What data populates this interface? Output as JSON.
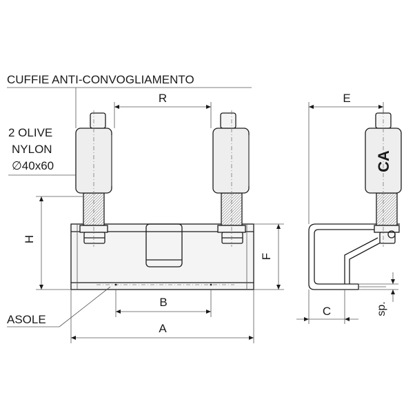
{
  "labels": {
    "cuffie": "CUFFIE ANTI-CONVOGLIAMENTO",
    "olive_1": "2 OLIVE",
    "olive_2": "NYLON",
    "olive_3": "∅40x60",
    "asole": "ASOLE"
  },
  "dimensions": {
    "R": "R",
    "E": "E",
    "H": "H",
    "F": "F",
    "B": "B",
    "A": "A",
    "C": "C",
    "sp": "sp."
  },
  "logo_text": "CA",
  "colors": {
    "ink": "#1a1a1a",
    "part_fill": "#f4f4f4",
    "background": "#ffffff"
  }
}
